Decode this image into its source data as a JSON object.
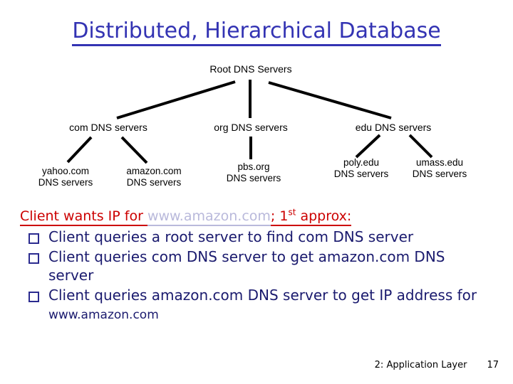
{
  "slide": {
    "title": "Distributed, Hierarchical Database",
    "title_color": "#3333b3",
    "background": "#ffffff"
  },
  "tree": {
    "root": {
      "label": "Root DNS Servers"
    },
    "level2": [
      {
        "id": "com",
        "label": "com DNS servers"
      },
      {
        "id": "org",
        "label": "org DNS servers"
      },
      {
        "id": "edu",
        "label": "edu DNS servers"
      }
    ],
    "level3": [
      {
        "id": "yahoo",
        "line1": "yahoo.com",
        "line2": "DNS servers"
      },
      {
        "id": "amazon",
        "line1": "amazon.com",
        "line2": "DNS servers"
      },
      {
        "id": "pbs",
        "line1": "pbs.org",
        "line2": "DNS servers"
      },
      {
        "id": "poly",
        "line1": "poly.edu",
        "line2": "DNS servers"
      },
      {
        "id": "umass",
        "line1": "umass.edu",
        "line2": "DNS servers"
      }
    ],
    "line_color": "#000000"
  },
  "heading": {
    "part1": "Client wants IP for ",
    "url": "www.amazon.com",
    "part2_before_sup": "; 1",
    "superscript": "st",
    "part2_after_sup": " approx:",
    "color": "#cc0000",
    "url_color": "#b9b9db"
  },
  "bullets": {
    "marker": "hollow-square",
    "marker_color": "#2b2b8f",
    "text_color": "#1a1a6e",
    "items": [
      {
        "text": "Client queries a root server to find com DNS server"
      },
      {
        "text": "Client queries com DNS server to get amazon.com DNS server"
      },
      {
        "text_before": "Client queries amazon.com DNS server to get  IP address for ",
        "url": "www.amazon.com"
      }
    ]
  },
  "footer": {
    "chapter": "2: Application Layer",
    "page": "17"
  }
}
